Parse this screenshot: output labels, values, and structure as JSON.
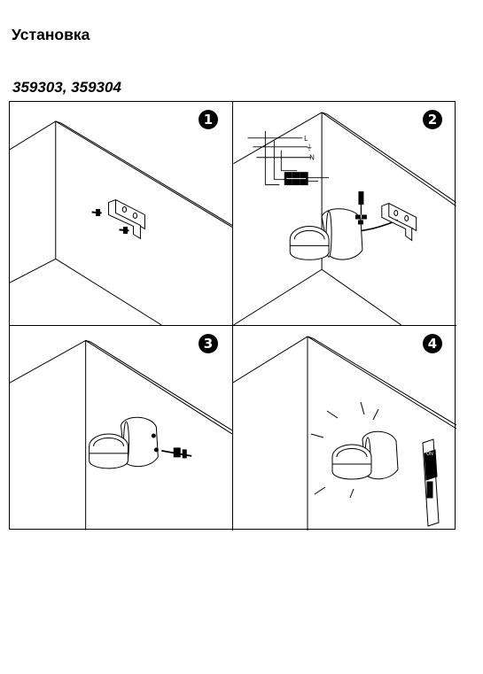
{
  "page": {
    "title": "Установка",
    "models": "359303, 359304"
  },
  "steps": [
    {
      "number": "1"
    },
    {
      "number": "2",
      "wire_labels": {
        "live": "L",
        "earth": "⏚",
        "neutral": "N"
      }
    },
    {
      "number": "3"
    },
    {
      "number": "4",
      "switch_label": "ON"
    }
  ],
  "colors": {
    "line": "#000000",
    "background": "#ffffff"
  },
  "icons": [
    "screw-icon",
    "mounting-bracket-icon",
    "wall-lamp-icon",
    "screwdriver-icon",
    "terminal-block-icon",
    "wall-switch-icon"
  ]
}
